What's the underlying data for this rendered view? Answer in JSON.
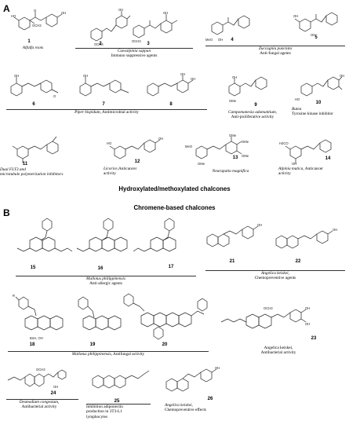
{
  "panels": {
    "a": {
      "letter": "A",
      "section_title": "Hydroxylated/methoxylated chalcones",
      "compounds": [
        {
          "id": "1",
          "caption": "Alfalfa roots"
        },
        {
          "id": "2"
        },
        {
          "id": "3"
        },
        {
          "id": "4"
        },
        {
          "id": "5"
        },
        {
          "id": "6"
        },
        {
          "id": "7"
        },
        {
          "id": "8"
        },
        {
          "id": "9"
        },
        {
          "id": "10"
        },
        {
          "id": "11"
        },
        {
          "id": "12"
        },
        {
          "id": "13"
        },
        {
          "id": "14"
        }
      ],
      "captions": {
        "c23_source": "Caesalpinia sappan",
        "c23_activity": "Immuno suppressive agents",
        "c45_source": "Zuccagnia punctata",
        "c45_activity": "Anti-fungal agents",
        "c678_source": "Piper hispidum,",
        "c678_activity": " Antimicrobial activity",
        "c9_source": "Campomanesia adamantium,",
        "c9_activity": "Anti-proliferative activity",
        "c10_source": "Butea",
        "c10_activity": "Tyrosine kinase inhibitor",
        "c11_line1": "Dual FLT3 and",
        "c11_line2": "microtubule polymerization inhibitors",
        "c12_source": "Licorice",
        "c12_activity": ",Anticancer",
        "c12_activity2": "activity",
        "c13_source": "Neurapatia magnifica",
        "c14_source": "Alpinia mutica,",
        "c14_activity": " Anticancer",
        "c14_activity2": "activity"
      }
    },
    "b": {
      "letter": "B",
      "section_title": "Chromene-based chalcones",
      "compounds": [
        {
          "id": "15"
        },
        {
          "id": "16"
        },
        {
          "id": "17"
        },
        {
          "id": "18"
        },
        {
          "id": "19"
        },
        {
          "id": "20"
        },
        {
          "id": "21"
        },
        {
          "id": "22"
        },
        {
          "id": "23"
        },
        {
          "id": "24"
        },
        {
          "id": "25"
        },
        {
          "id": "26"
        }
      ],
      "captions": {
        "c1517_source": "Mallotus philippinensis",
        "c1517_activity": "Anti-allergic  agents",
        "c2122_source": "Angelica keiskei,",
        "c2122_activity": "Chemopreventive agents",
        "c1820_source": "Mallotus philippinensis,",
        "c1820_activity": " Antifungal activity",
        "c23_source": "Angelica keiskei,",
        "c23_activity": " Antibacterial activity",
        "c24_source": "Desmodium congestum,",
        "c24_activity": "Antibacterial activity",
        "c25_line1": "Inhibition adiponectin",
        "c25_line2": "production in 3T3-L1",
        "c25_line3": "lymphocytes",
        "c26_source": "Angelica keiskei,",
        "c26_activity": "Chemopreventive effects"
      }
    }
  },
  "atom_labels": {
    "oh": "OH",
    "ho": "HO",
    "ome": "OMe",
    "meo": "MeO",
    "och3": "OCH3",
    "h3co": "H3CO",
    "o": "O",
    "oh_r": "R",
    "bnh": "BnH, OH"
  }
}
